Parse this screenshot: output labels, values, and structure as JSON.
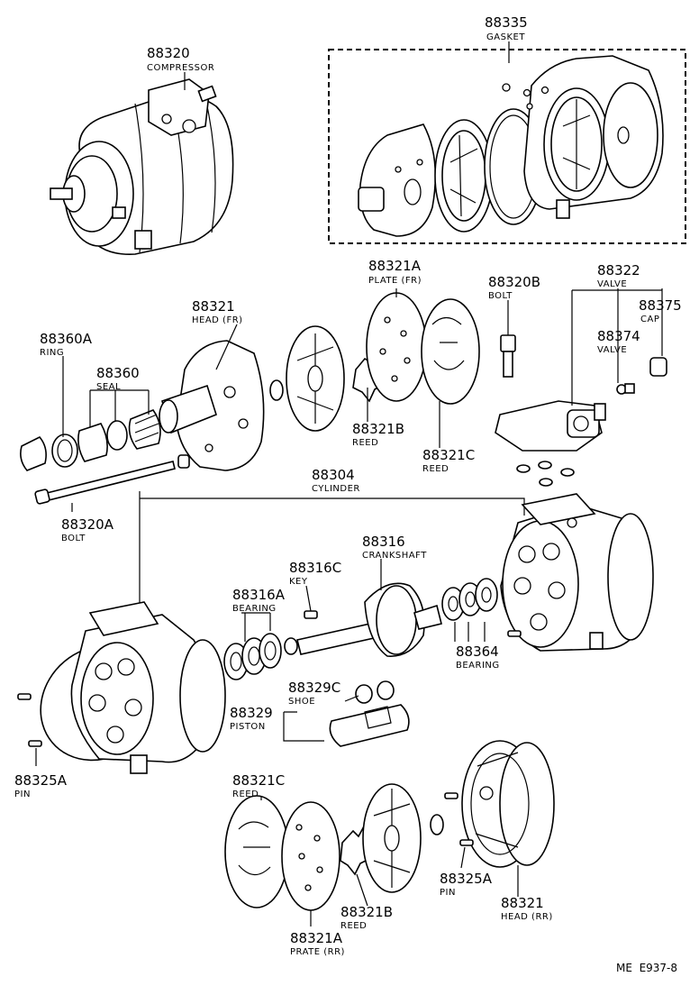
{
  "callouts": {
    "c88335": {
      "num": "88335",
      "desc": "GASKET"
    },
    "c88320": {
      "num": "88320",
      "desc": "COMPRESSOR"
    },
    "c88321A_fr": {
      "num": "88321A",
      "desc": "PLATE (FR)"
    },
    "c88320B": {
      "num": "88320B",
      "desc": "BOLT"
    },
    "c88322": {
      "num": "88322",
      "desc": "VALVE"
    },
    "c88375": {
      "num": "88375",
      "desc": "CAP"
    },
    "c88374": {
      "num": "88374",
      "desc": "VALVE"
    },
    "c88321_fr": {
      "num": "88321",
      "desc": "HEAD (FR)"
    },
    "c88360A": {
      "num": "88360A",
      "desc": "RING"
    },
    "c88360": {
      "num": "88360",
      "desc": "SEAL"
    },
    "c88321B_top": {
      "num": "88321B",
      "desc": "REED"
    },
    "c88321C_top": {
      "num": "88321C",
      "desc": "REED"
    },
    "c88304": {
      "num": "88304",
      "desc": "CYLINDER"
    },
    "c88320A": {
      "num": "88320A",
      "desc": "BOLT"
    },
    "c88316": {
      "num": "88316",
      "desc": "CRANKSHAFT"
    },
    "c88316C": {
      "num": "88316C",
      "desc": "KEY"
    },
    "c88316A": {
      "num": "88316A",
      "desc": "BEARING"
    },
    "c88364": {
      "num": "88364",
      "desc": "BEARING"
    },
    "c88329C": {
      "num": "88329C",
      "desc": "SHOE"
    },
    "c88329": {
      "num": "88329",
      "desc": "PISTON"
    },
    "c88325A_left": {
      "num": "88325A",
      "desc": "PIN"
    },
    "c88321C_bot": {
      "num": "88321C",
      "desc": "REED"
    },
    "c88325A_right": {
      "num": "88325A",
      "desc": "PIN"
    },
    "c88321_rr": {
      "num": "88321",
      "desc": "HEAD (RR)"
    },
    "c88321B_bot": {
      "num": "88321B",
      "desc": "REED"
    },
    "c88321A_rr": {
      "num": "88321A",
      "desc": "PRATE (RR)"
    }
  },
  "footer": {
    "code": "ME  E937-8"
  }
}
